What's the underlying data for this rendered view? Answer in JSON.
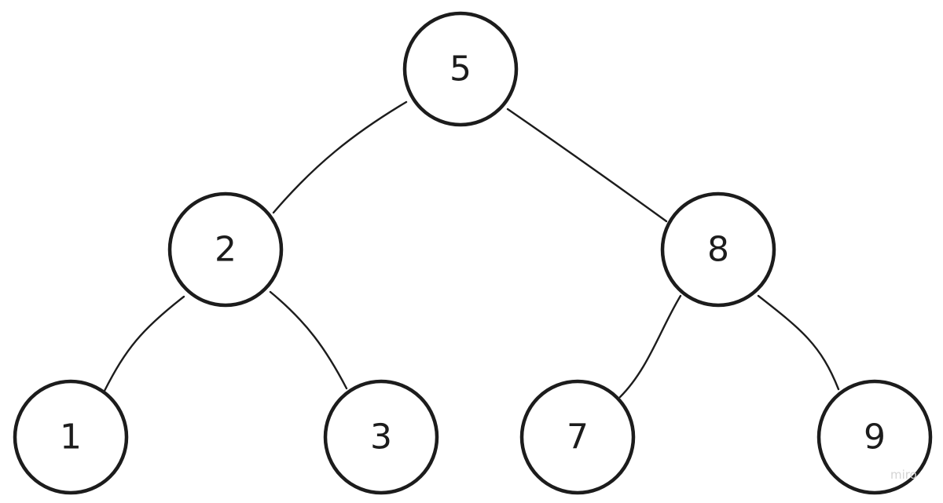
{
  "tree": {
    "nodes": [
      {
        "id": "n5",
        "label": "5"
      },
      {
        "id": "n2",
        "label": "2"
      },
      {
        "id": "n8",
        "label": "8"
      },
      {
        "id": "n1",
        "label": "1"
      },
      {
        "id": "n3",
        "label": "3"
      },
      {
        "id": "n7",
        "label": "7"
      },
      {
        "id": "n9",
        "label": "9"
      }
    ],
    "edges": [
      {
        "from": "n5",
        "to": "n2"
      },
      {
        "from": "n5",
        "to": "n8"
      },
      {
        "from": "n2",
        "to": "n1"
      },
      {
        "from": "n2",
        "to": "n3"
      },
      {
        "from": "n8",
        "to": "n7"
      },
      {
        "from": "n8",
        "to": "n9"
      }
    ]
  },
  "watermark": {
    "text": "miro"
  }
}
